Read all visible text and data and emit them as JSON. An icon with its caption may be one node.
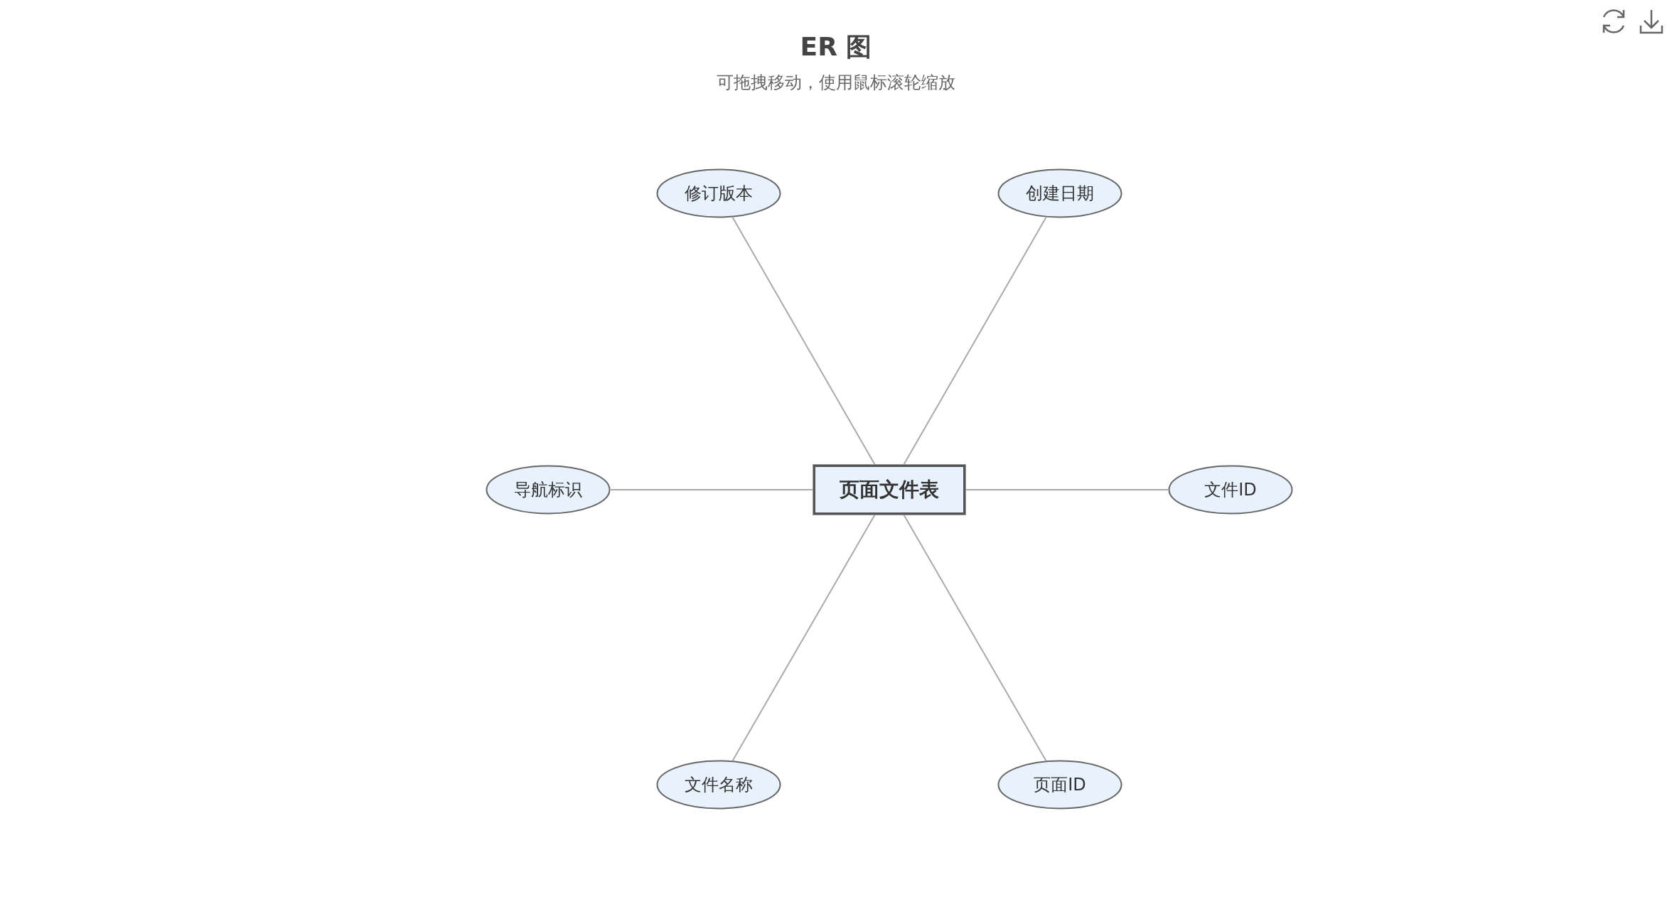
{
  "diagram": {
    "title": "ER 图",
    "nodes": [
      {
        "text": [
          "修订版本"
        ]
      },
      {
        "text": [
          "创建日期"
        ]
      },
      {
        "text": [
          "导航标识"
        ]
      },
      {
        "text": [
          "页面文件表"
        ]
      },
      {
        "text": [
          "文件ID"
        ]
      },
      {
        "text": [
          "文件名称"
        ]
      },
      {
        "text": [
          "页面ID"
        ]
      }
    ],
    "edges": [
      {
        "from": 3,
        "to": 0,
        "arrow": "none"
      },
      {
        "from": 3,
        "to": 1,
        "arrow": "none"
      },
      {
        "from": 3,
        "to": 2,
        "arrow": "none"
      },
      {
        "from": 3,
        "to": 4,
        "arrow": "none"
      },
      {
        "from": 3,
        "to": 5,
        "arrow": "none"
      },
      {
        "from": 3,
        "to": 6,
        "arrow": "none"
      }
    ],
    "labels": [
      "可拖拽移动，使用鼠标滚轮缩放"
    ]
  }
}
